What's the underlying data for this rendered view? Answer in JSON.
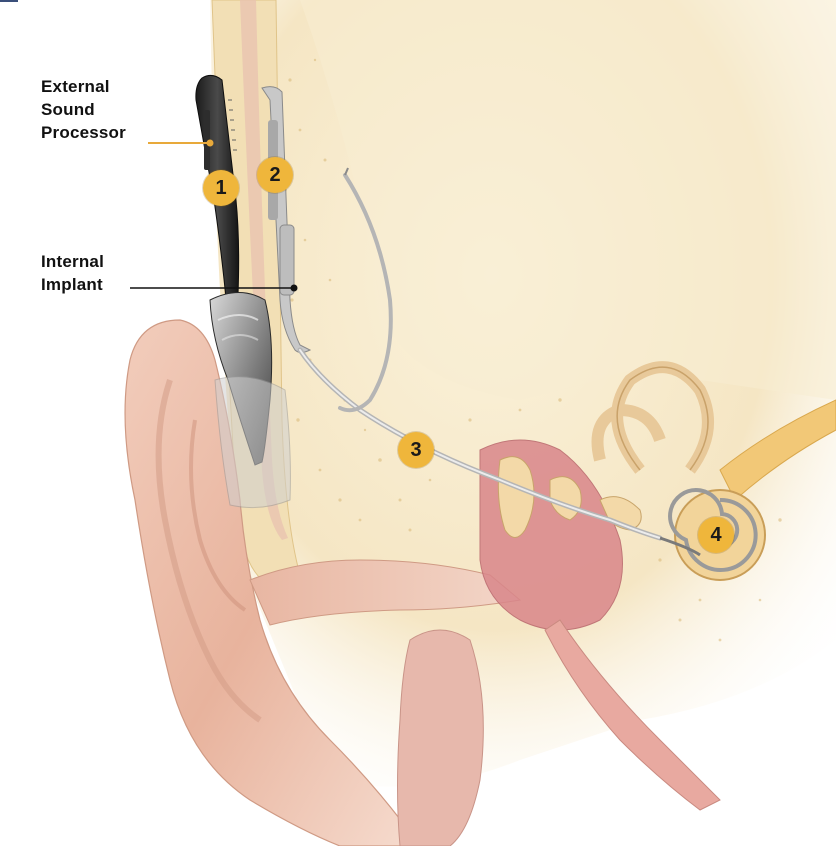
{
  "labels": {
    "external": [
      "External",
      "Sound",
      "Processor"
    ],
    "internal": [
      "Internal",
      "Implant"
    ]
  },
  "badges": [
    "1",
    "2",
    "3",
    "4"
  ],
  "colors": {
    "badge": "#efb63b",
    "leader_external": "#e8a93a",
    "leader_internal": "#111111",
    "bone": "#f3e3bf",
    "skin": "#e9b9a5"
  }
}
